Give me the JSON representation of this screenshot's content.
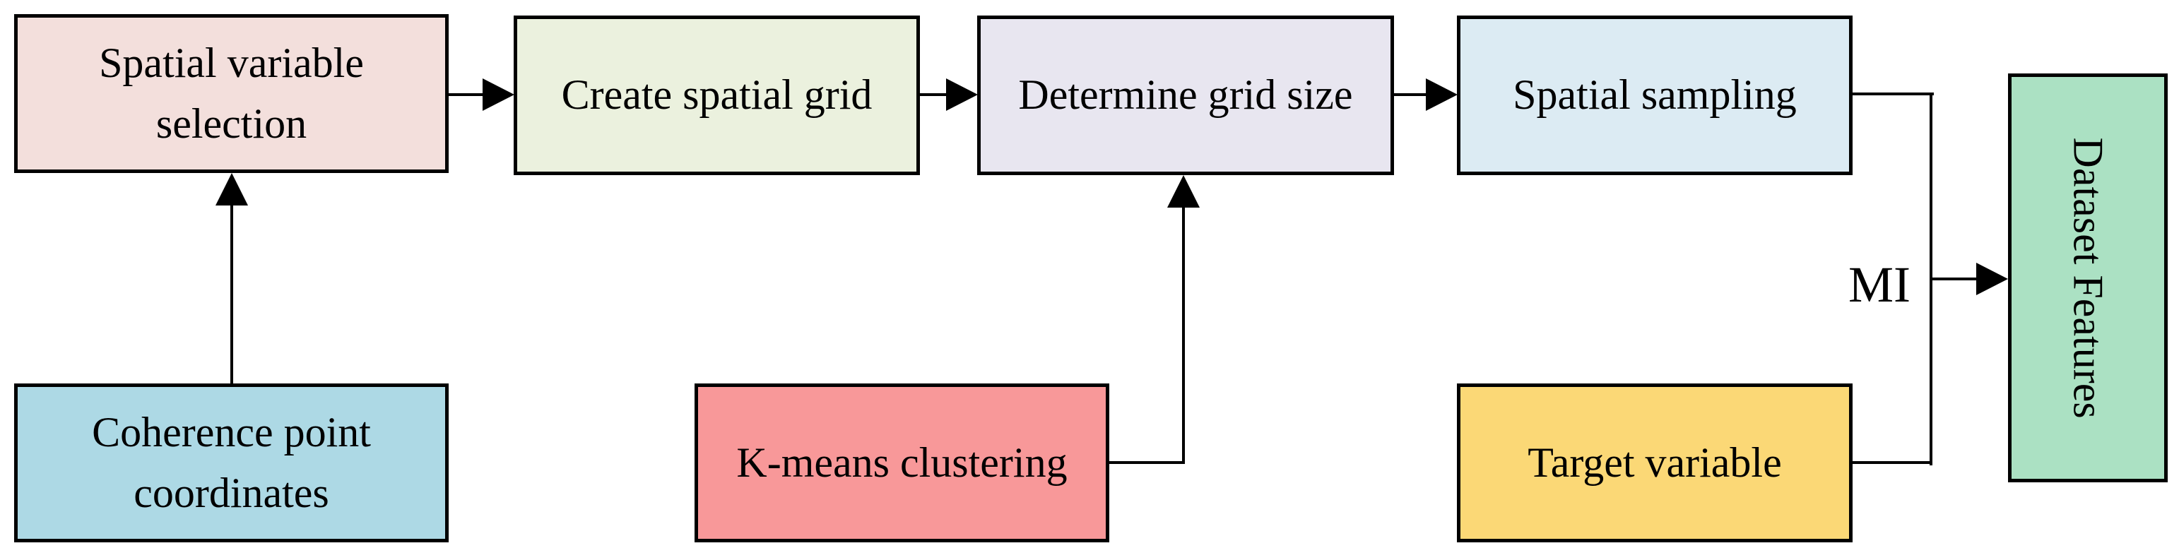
{
  "diagram": {
    "background": "#FFFFFF",
    "border_color": "#000000",
    "text_color": "#000000",
    "connector_color": "#000000",
    "boxes": {
      "spatial_variable_selection": {
        "line1": "Spatial variable",
        "line2": "selection",
        "color": "#F3DFDC"
      },
      "create_spatial_grid": {
        "label": "Create spatial grid",
        "color": "#EBF1DE"
      },
      "determine_grid_size": {
        "label": "Determine grid size",
        "color": "#E8E6F0"
      },
      "spatial_sampling": {
        "label": "Spatial sampling",
        "color": "#DCEBF3"
      },
      "coherence_point_coordinates": {
        "line1": "Coherence point",
        "line2": "coordinates",
        "color": "#ADD9E5"
      },
      "k_means_clustering": {
        "label": "K-means clustering",
        "color": "#F89899"
      },
      "target_variable": {
        "label": "Target variable",
        "color": "#FBD876"
      },
      "dataset_features": {
        "label": "Dataset Features",
        "color": "#ABE1C3"
      }
    },
    "edge_labels": {
      "mutual_information": "MI"
    }
  }
}
